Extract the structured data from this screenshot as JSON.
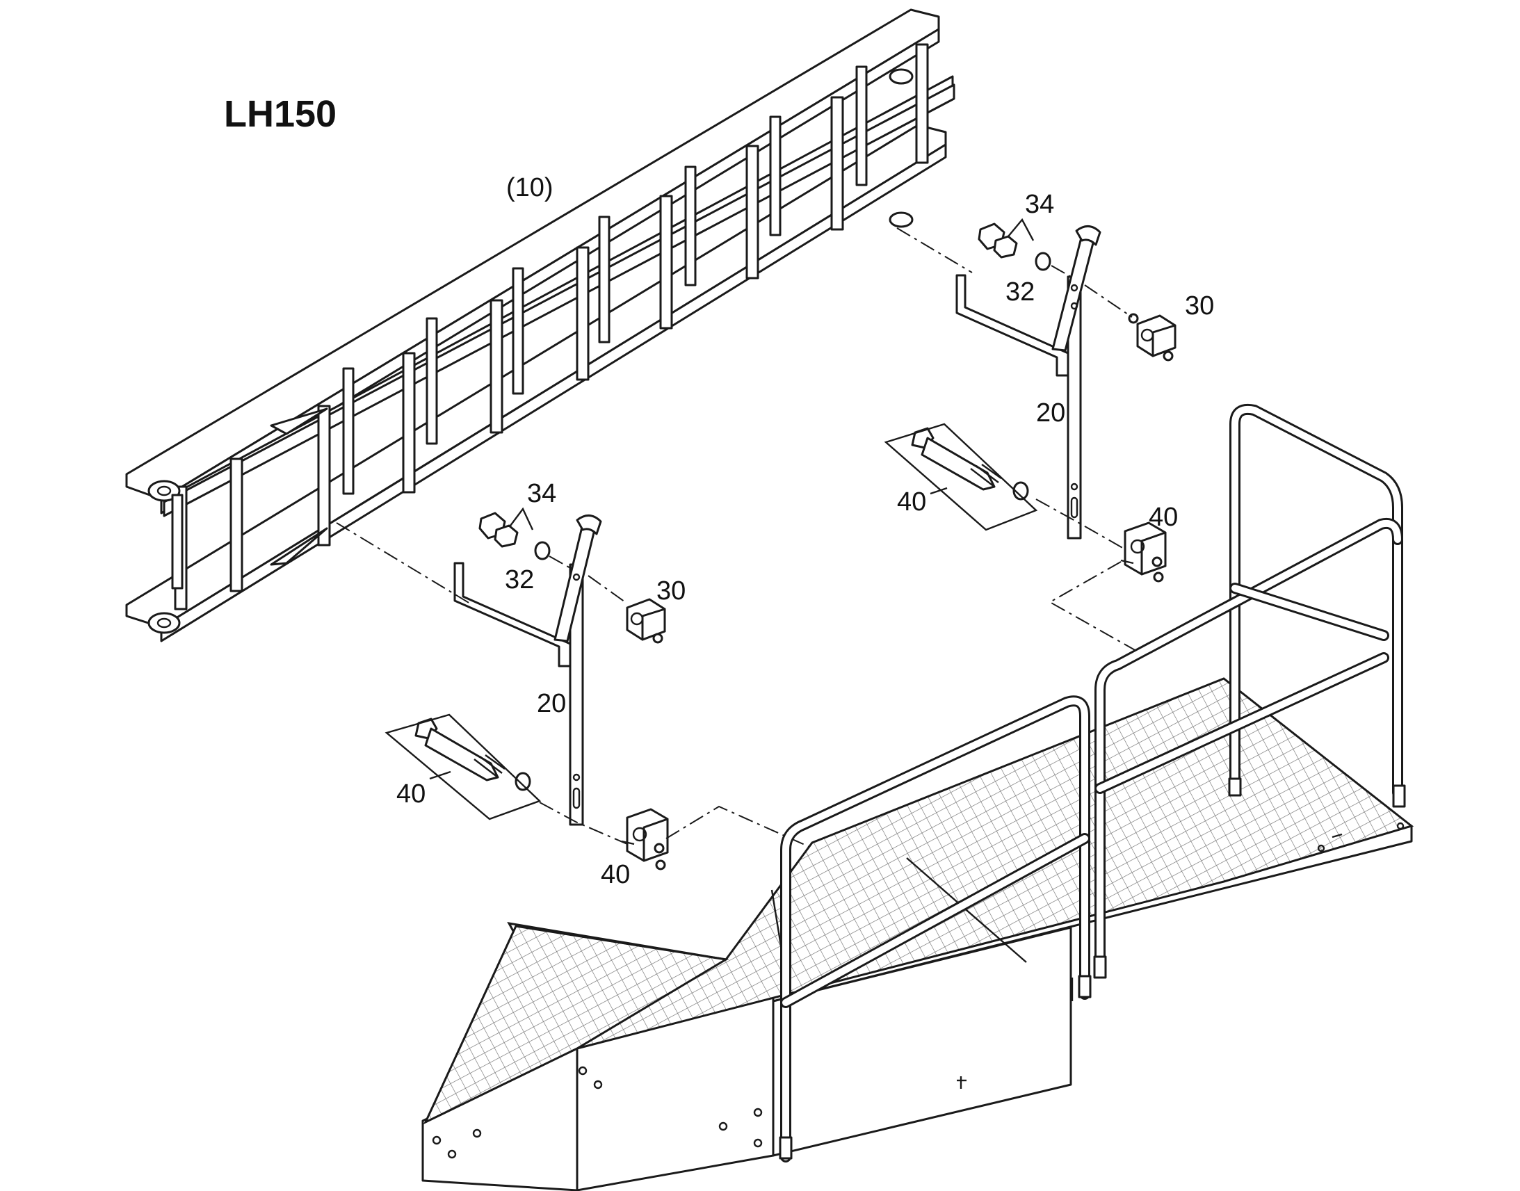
{
  "title": "LH150",
  "callouts": {
    "ladder": "(10)",
    "bracket_upper": "20",
    "bracket_lower": "20",
    "clamp_upper": "30",
    "clamp_lower": "30",
    "washer_upper": "32",
    "washer_lower": "32",
    "nut_upper": "34",
    "nut_lower": "34",
    "bolt_upper": "40",
    "bolt_lower": "40",
    "clampb_upper": "40",
    "clampb_lower": "40"
  }
}
